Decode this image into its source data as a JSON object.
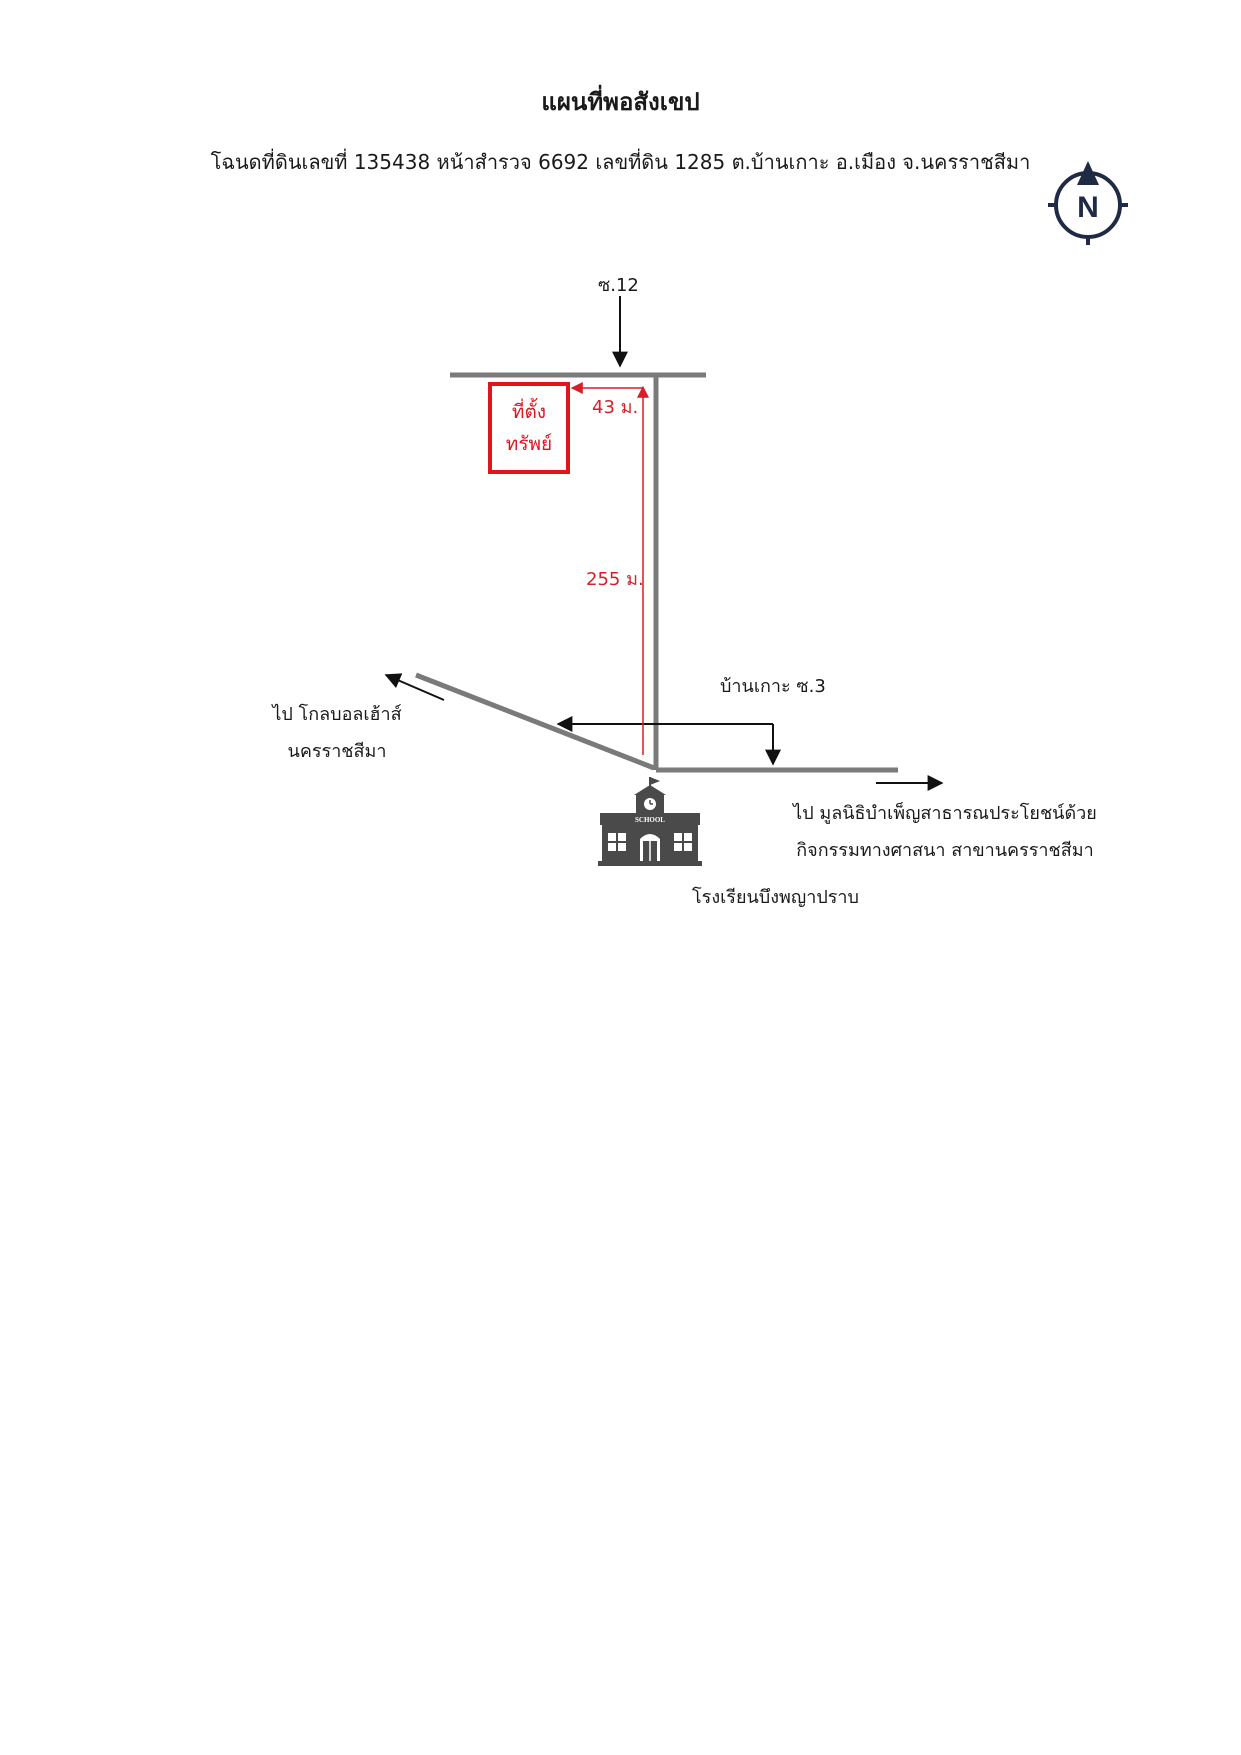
{
  "title": "แผนที่พอสังเขป",
  "subtitle": "โฉนดที่ดินเลขที่ 135438 หน้าสำรวจ 6692 เลขที่ดิน 1285 ต.บ้านเกาะ อ.เมือง จ.นครราชสีมา",
  "compass": {
    "icon": "north-compass-icon",
    "letter": "N",
    "color": "#1f2a44"
  },
  "roads": {
    "soi12": "ซ.12",
    "ban_koh_soi3": "บ้านเกาะ ซ.3"
  },
  "property": {
    "line1": "ที่ตั้ง",
    "line2": "ทรัพย์",
    "color": "#e0141c"
  },
  "distances": {
    "d43": "43 ม.",
    "d255": "255 ม.",
    "color": "#d61f26"
  },
  "destinations": {
    "left_line1": "ไป โกลบอลเฮ้าส์",
    "left_line2": "นครราชสีมา",
    "right_line1": "ไป มูลนิธิบำเพ็ญสาธารณประโยชน์ด้วย",
    "right_line2": "กิจกรรมทางศาสนา สาขานครราชสีมา"
  },
  "school": {
    "icon": "school-building-icon",
    "sign": "SCHOOL",
    "name": "โรงเรียนบึงพญาปราบ",
    "color": "#4a4a4a"
  },
  "road_color": "#7a7a7a"
}
